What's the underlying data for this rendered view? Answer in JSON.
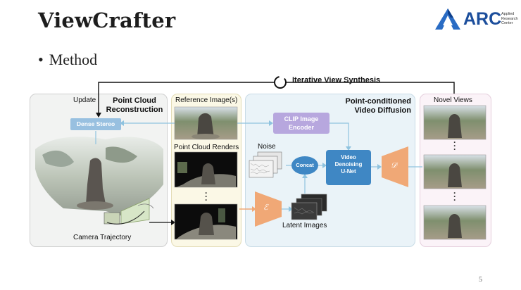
{
  "slide": {
    "title": "ViewCrafter",
    "bullet": "Method",
    "page_number": "5"
  },
  "logo": {
    "name": "ARC",
    "subtitle_line1": "Applied",
    "subtitle_line2": "Research",
    "subtitle_line3": "Center",
    "color": "#1c4e9c"
  },
  "diagram": {
    "loop_label": "Iterative View Synthesis",
    "update_label": "Update",
    "reconstruction": {
      "title_line1": "Point Cloud",
      "title_line2": "Reconstruction",
      "dense_stereo": "Dense Stereo",
      "camera_trajectory": "Camera Trajectory"
    },
    "reference": {
      "reference_images": "Reference Image(s)",
      "point_cloud_renders": "Point Cloud Renders"
    },
    "video_diffusion": {
      "title_line1": "Point-conditioned",
      "title_line2": "Video Diffusion",
      "clip_line1": "CLIP Image",
      "clip_line2": "Encoder",
      "noise": "Noise",
      "concat": "Concat",
      "unet_line1": "Video",
      "unet_line2": "Denoising",
      "unet_line3": "U-Net",
      "encoder_symbol": "ℰ",
      "decoder_symbol": "𝒟",
      "latent_images": "Latent Images"
    },
    "novel_views": {
      "title": "Novel Views"
    },
    "colors": {
      "dense_stereo": "#98c0e0",
      "clip": "#b7a7de",
      "unet": "#3f87c4",
      "codec": "#f0a876",
      "arrow_blue": "#8fc3df"
    }
  }
}
